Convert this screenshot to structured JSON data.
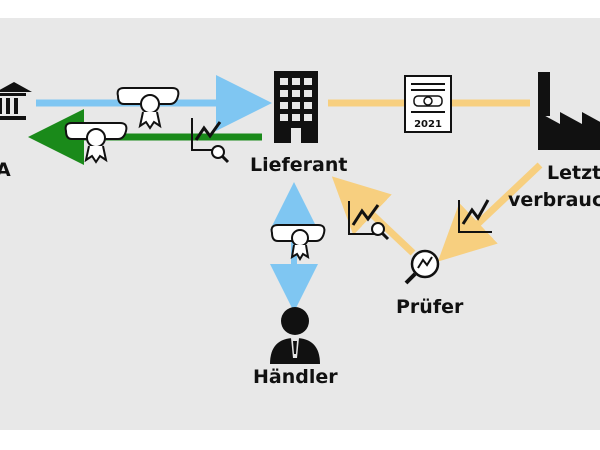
{
  "colors": {
    "background": "#e8e8e8",
    "blue_arrow": "#7fc6f2",
    "green_arrow": "#1a8a1a",
    "orange_arrow": "#f7cf7f",
    "icon": "#111111"
  },
  "nodes": {
    "authority_label": "A",
    "supplier_label": "Lieferant",
    "consumer_label_line1": "Letzt",
    "consumer_label_line2": "verbrauc",
    "dealer_label": "Händler",
    "auditor_label": "Prüfer"
  },
  "certificate_doc_year": "2021",
  "icons": [
    "bank-icon",
    "building-icon",
    "factory-icon",
    "person-icon",
    "certificate-icon",
    "chart-icon",
    "magnifier-chart-icon",
    "document-icon"
  ]
}
